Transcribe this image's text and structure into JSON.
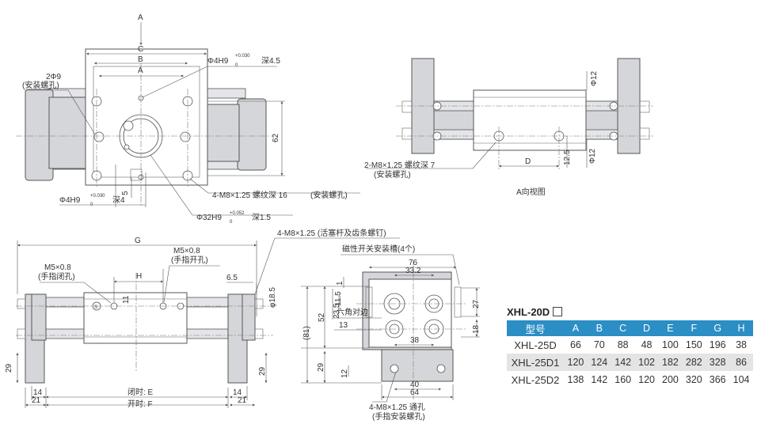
{
  "labels": {
    "a_top": "A",
    "c_top": "C",
    "b_top": "B",
    "a_mid": "A",
    "hole_2phi9": "2Φ9",
    "hole_2phi9_note": "(安装螺孔)",
    "phi4h9_top": "Φ4H9",
    "phi4h9_top_tol": "+0.030",
    "phi4h9_top_tol0": "0",
    "phi4h9_top_depth": "深4.5",
    "dim_62": "62",
    "dim_5": "5",
    "phi4h9_bot": "Φ4H9",
    "phi4h9_bot_tol": "+0.030",
    "phi4h9_bot_tol0": "0",
    "phi4h9_bot_depth": "深4",
    "m8_16": "4-M8×1.25 螺纹深 16",
    "m8_16_note": "(安装螺孔)",
    "phi32": "Φ32H9",
    "phi32_tol": "+0.052",
    "phi32_tol0": "0",
    "phi32_depth": "深1.5",
    "phi12_top": "Φ12",
    "phi12_bot": "Φ12",
    "dim_12_5": "12.5",
    "d_label": "D",
    "m8_7": "2-M8×1.25 螺纹深 7",
    "m8_7_note": "(安装螺孔)",
    "view_a": "A向视图",
    "g_label": "G",
    "m8_piston": "4-M8×1.25 (活塞杆及齿条螺钉)",
    "m5_close": "M5×0.8",
    "m5_close_note": "(手指闭孔)",
    "m5_open": "M5×0.8",
    "m5_open_note": "(手指开孔)",
    "h_label": "H",
    "dim_11": "11",
    "dim_6_5": "6.5",
    "dim_phi18_5": "φ18.5",
    "dim_29_left": "29",
    "dim_29_right": "29",
    "dim_14_left": "14",
    "dim_21_left": "21",
    "dim_14_right": "14",
    "dim_21_right": "21",
    "close_e": "闭时: E",
    "open_f": "开时: F",
    "s_mark": "S",
    "magnet_slot": "磁性开关安装槽(4个)",
    "dim_76": "76",
    "dim_33_2": "33.2",
    "dim_1": "1",
    "dim_81": "(81)",
    "dim_52": "52",
    "dim_23_5": "23.5",
    "dim_11_5": "11.5",
    "hex": "六角对边",
    "dim_13": "13",
    "dim_27": "27",
    "dim_18": "18",
    "dim_38": "38",
    "dim_29_side": "29",
    "dim_12_side": "12",
    "dim_40": "40",
    "dim_64": "64",
    "m8_through": "4-M8×1.25 通孔",
    "m8_through_note": "(手指安装螺孔)"
  },
  "spec": {
    "title": "XHL-20D",
    "headers": [
      "型号",
      "A",
      "B",
      "C",
      "D",
      "E",
      "F",
      "G",
      "H"
    ],
    "rows": [
      {
        "model": "XHL-25D",
        "values": [
          "66",
          "70",
          "88",
          "48",
          "100",
          "150",
          "196",
          "38"
        ]
      },
      {
        "model": "XHL-25D1",
        "values": [
          "120",
          "124",
          "142",
          "102",
          "182",
          "282",
          "328",
          "86"
        ]
      },
      {
        "model": "XHL-25D2",
        "values": [
          "138",
          "142",
          "160",
          "120",
          "200",
          "320",
          "366",
          "104"
        ]
      }
    ],
    "header_color": "#2b8ec5",
    "stripe_color": "#e4e4e4"
  }
}
